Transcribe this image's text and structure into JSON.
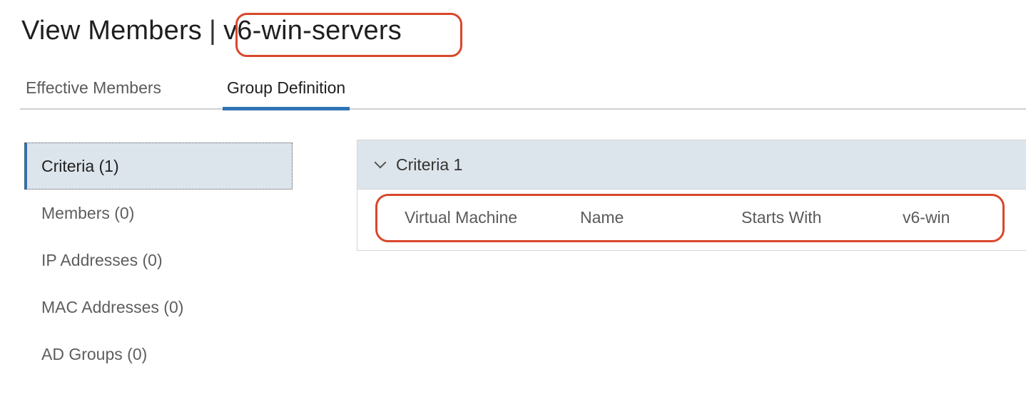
{
  "header": {
    "title_prefix": "View Members",
    "separator": "|",
    "group_name": "v6-win-servers"
  },
  "tabs": [
    {
      "label": "Effective Members",
      "active": false
    },
    {
      "label": "Group Definition",
      "active": true
    }
  ],
  "sidebar": {
    "items": [
      {
        "label": "Criteria (1)",
        "active": true
      },
      {
        "label": "Members (0)",
        "active": false
      },
      {
        "label": "IP Addresses (0)",
        "active": false
      },
      {
        "label": "MAC Addresses (0)",
        "active": false
      },
      {
        "label": "AD Groups (0)",
        "active": false
      }
    ]
  },
  "criteria": {
    "header_label": "Criteria 1",
    "expanded": true,
    "row": {
      "member_type": "Virtual Machine",
      "property": "Name",
      "operator": "Starts With",
      "value": "v6-win"
    }
  },
  "colors": {
    "accent": "#2f74b5",
    "highlight": "#d9472b",
    "panel_header_bg": "#dde5ec"
  }
}
